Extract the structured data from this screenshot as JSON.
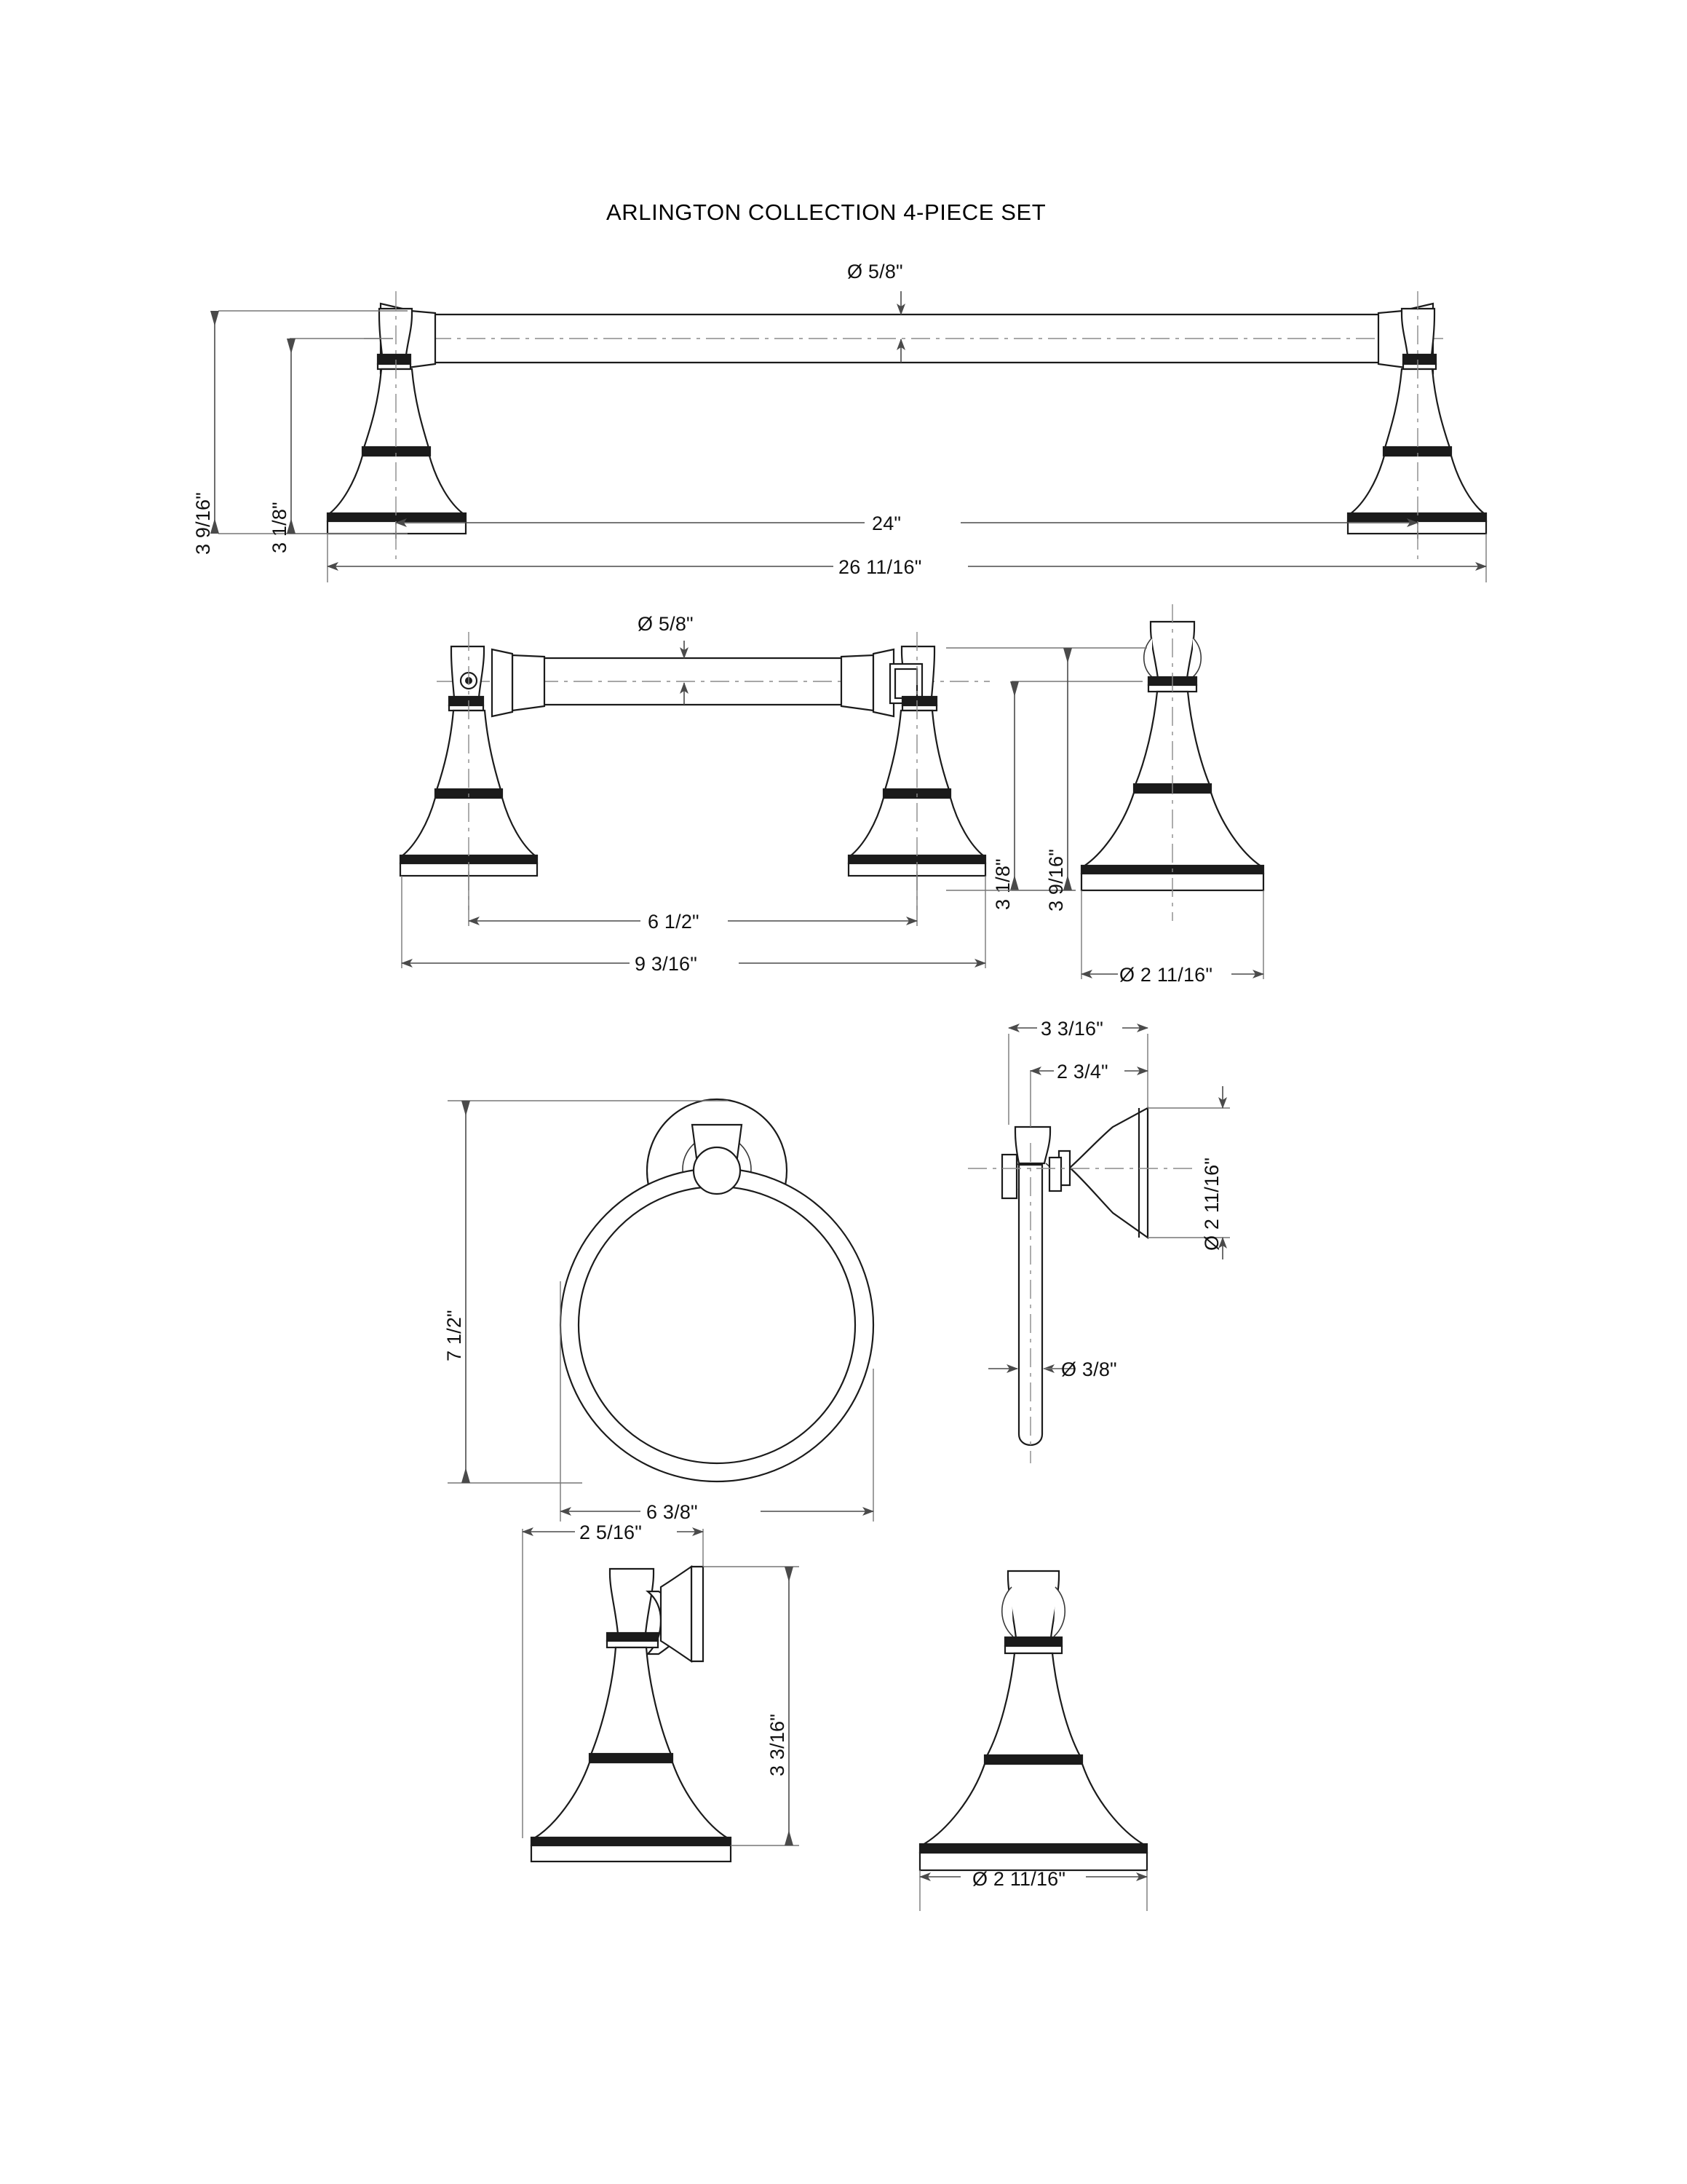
{
  "sheet": {
    "title": "ARLINGTON COLLECTION 4-PIECE SET",
    "background_color": "#ffffff",
    "line_color": "#1b1b1b",
    "dimension_color": "#4a4a4a"
  },
  "views": {
    "towel_bar_24": {
      "name": "24\" Towel Bar — front elevation",
      "dimensions": {
        "bar_diameter": "Ø 5/8\"",
        "overall_height": "3 9/16\"",
        "post_height": "3 1/8\"",
        "center_to_center": "24\"",
        "overall_length": "26 11/16\""
      }
    },
    "towel_bar_6_5": {
      "name": "6 1/2\" Towel Bar / Tissue Holder — front elevation",
      "dimensions": {
        "bar_diameter": "Ø 5/8\"",
        "post_height": "3 1/8\"",
        "overall_height": "3 9/16\"",
        "center_to_center": "6  1/2\"",
        "overall_length": "9 3/16\""
      }
    },
    "post_side": {
      "name": "Post side elevation",
      "dimensions": {
        "base_diameter": "Ø 2  11/16\""
      }
    },
    "towel_ring": {
      "name": "Towel Ring — front elevation",
      "dimensions": {
        "overall_height": "7 1/2\"",
        "overall_width": "6  3/8\""
      }
    },
    "tissue_holder_side": {
      "name": "Tissue Holder — side elevation",
      "dimensions": {
        "projection_overall": "3  3/16\"",
        "projection_post": "2  3/4\"",
        "flange_diameter": "Ø 2  11/16\"",
        "rod_diameter": "Ø  3/8\""
      }
    },
    "robe_hook_side": {
      "name": "Robe Hook — side elevation",
      "dimensions": {
        "projection": "2  5/16\"",
        "height": "3  3/16\""
      }
    },
    "robe_hook_front": {
      "name": "Robe Hook — front elevation",
      "dimensions": {
        "base_diameter": "Ø 2  11/16\""
      }
    }
  },
  "labels": {
    "d_5_8": "Ø 5/8\"",
    "d_5_8_b": "Ø 5/8\"",
    "h_3_9_16": "3  9/16\"",
    "h_3_1_8": "3 1/8\"",
    "len_24": "24\"",
    "len_26_11_16": "26 11/16\"",
    "h2_3_1_8": "3 1/8\"",
    "h2_3_9_16": "3 9/16\"",
    "len_6_1_2": "6  1/2\"",
    "len_9_3_16": "9 3/16\"",
    "d_2_11_16_post": "Ø 2  11/16\"",
    "ring_h_7_1_2": "7 1/2\"",
    "ring_w_6_3_8": "6  3/8\"",
    "th_3_3_16": "3  3/16\"",
    "th_2_3_4": "2  3/4\"",
    "th_d_2_11_16": "Ø 2  11/16\"",
    "th_d_3_8": "Ø  3/8\"",
    "rh_2_5_16": "2  5/16\"",
    "rh_3_3_16": "3  3/16\"",
    "rh_d_2_11_16": "Ø 2  11/16\""
  }
}
